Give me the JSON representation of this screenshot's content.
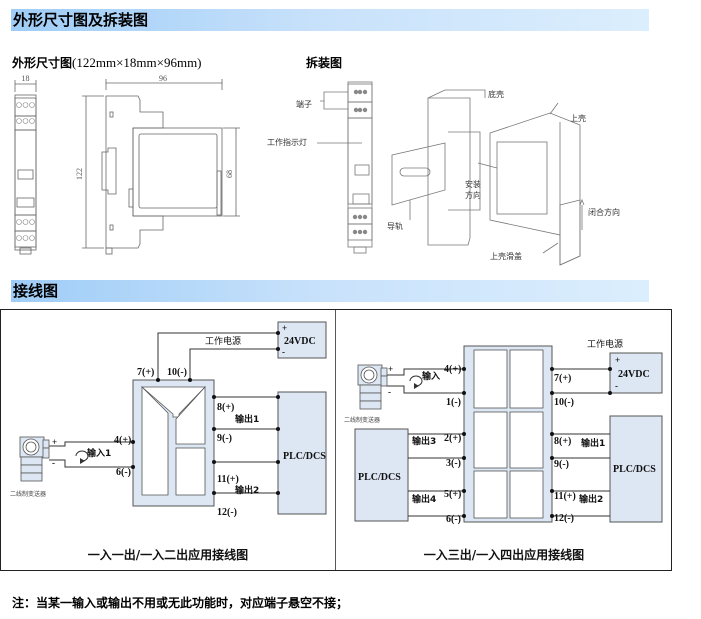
{
  "sections": {
    "dimensions": {
      "title": "外形尺寸图及拆装图"
    },
    "wiring": {
      "title": "接线图"
    }
  },
  "dimension_drawing": {
    "title": "外形尺寸图",
    "size_text": "(122mm×18mm×96mm)",
    "width_label": "18",
    "depth_label": "96",
    "height_label": "122",
    "face_height_label": "68"
  },
  "assembly_drawing": {
    "title": "拆装图",
    "labels": {
      "terminal": "端子",
      "indicator": "工作指示灯",
      "base_shell": "底壳",
      "top_shell": "上壳",
      "install_direction_1": "安装",
      "install_direction_2": "方向",
      "rail": "导轨",
      "close_direction": "闭合方向",
      "top_shell_cover": "上壳滑盖"
    }
  },
  "diagram_left": {
    "caption": "一入一出/一入二出应用接线图",
    "power_label": "工作电源",
    "power_supply": "24VDC",
    "plus": "+",
    "minus": "-",
    "plc": "PLC/DCS",
    "transmitter": "二线制变送器",
    "input": "输入1",
    "output1": "输出1",
    "output2": "输出2",
    "terminals": {
      "t7": "7(+)",
      "t10": "10(-)",
      "t4": "4(+)",
      "t6": "6(-)",
      "t8": "8(+)",
      "t9": "9(-)",
      "t11": "11(+)",
      "t12": "12(-)"
    }
  },
  "diagram_right": {
    "caption": "一入三出/一入四出应用接线图",
    "power_label": "工作电源",
    "power_supply": "24VDC",
    "plus": "+",
    "minus": "-",
    "plc_left": "PLC/DCS",
    "plc_right": "PLC/DCS",
    "transmitter": "二线制变送器",
    "input": "输入",
    "output1": "输出1",
    "output2": "输出2",
    "output3": "输出3",
    "output4": "输出4",
    "terminals": {
      "t4": "4(+)",
      "t1": "1(-)",
      "t2": "2(+)",
      "t3": "3(-)",
      "t5": "5(+)",
      "t6": "6(-)",
      "t7": "7(+)",
      "t10": "10(-)",
      "t8": "8(+)",
      "t9": "9(-)",
      "t11": "11(+)",
      "t12": "12(-)"
    }
  },
  "note": "注：当某一输入或输出不用或无此功能时，对应端子悬空不接；",
  "colors": {
    "box_fill": "#dde6f3",
    "header_gradient_start": "#9fcdf7",
    "header_gradient_end": "#dbeefd"
  }
}
